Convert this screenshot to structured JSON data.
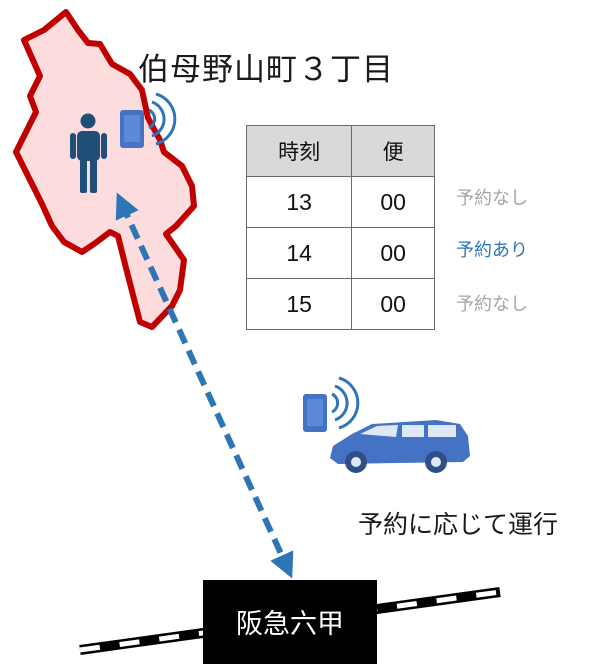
{
  "area_name": "伯母野山町３丁目",
  "schedule": {
    "headers": {
      "time": "時刻",
      "service": "便"
    },
    "rows": [
      {
        "hour": "13",
        "minute": "00",
        "status": "予約なし",
        "state": "none"
      },
      {
        "hour": "14",
        "minute": "00",
        "status": "予約あり",
        "state": "booked"
      },
      {
        "hour": "15",
        "minute": "00",
        "status": "予約なし",
        "state": "none"
      }
    ]
  },
  "caption": "予約に応じて運行",
  "station": "阪急六甲",
  "icons": {
    "person": "person-icon",
    "phone_area": "smartphone-signal-icon",
    "phone_vehicle": "smartphone-signal-icon",
    "vehicle": "minivan-icon",
    "route": "dashed-double-arrow",
    "railway": "railway-track"
  },
  "colors": {
    "area_fill": "#fcdcdc",
    "area_border": "#c00000",
    "accent_blue": "#2e75b6",
    "vehicle_blue": "#4472c4",
    "booked_text": "#2e75b6",
    "none_text": "#a5a5a5",
    "table_header_bg": "#d9d9d9"
  }
}
